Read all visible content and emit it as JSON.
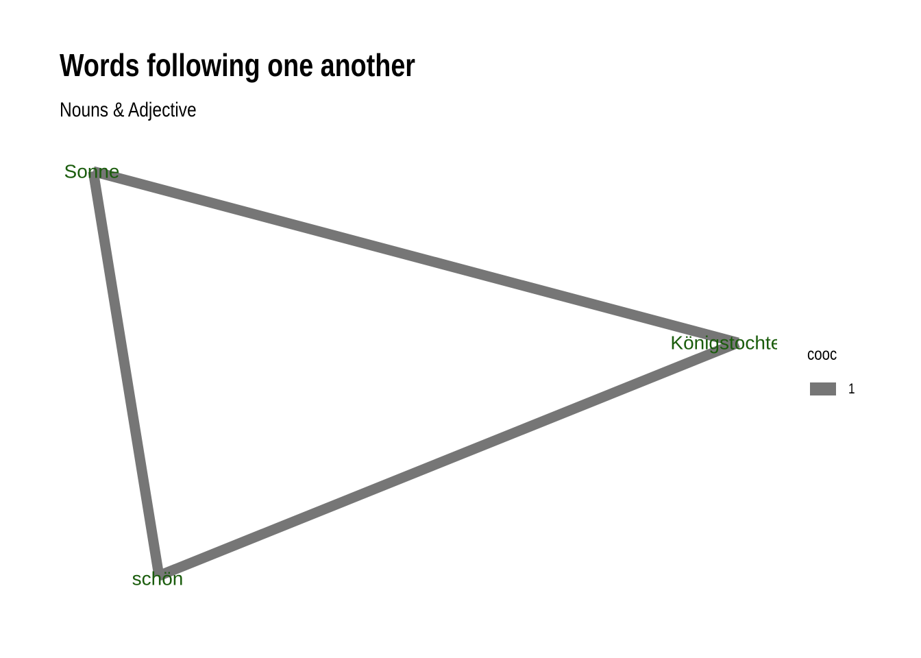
{
  "title": "Words following one another",
  "subtitle": "Nouns & Adjective",
  "chart_data": {
    "type": "network",
    "nodes": [
      {
        "id": "sonne",
        "label": "Sonne"
      },
      {
        "id": "koenig",
        "label": "Königstochter"
      },
      {
        "id": "schoen",
        "label": "schön"
      }
    ],
    "edges": [
      {
        "from": "sonne",
        "to": "koenig",
        "cooc": 1
      },
      {
        "from": "koenig",
        "to": "schoen",
        "cooc": 1
      },
      {
        "from": "schoen",
        "to": "sonne",
        "cooc": 1
      }
    ],
    "legend": {
      "title": "cooc",
      "items": [
        {
          "label": "1",
          "color": "#767676"
        }
      ]
    }
  },
  "colors": {
    "edge": "#767676",
    "node_label": "#1a5c0c"
  }
}
